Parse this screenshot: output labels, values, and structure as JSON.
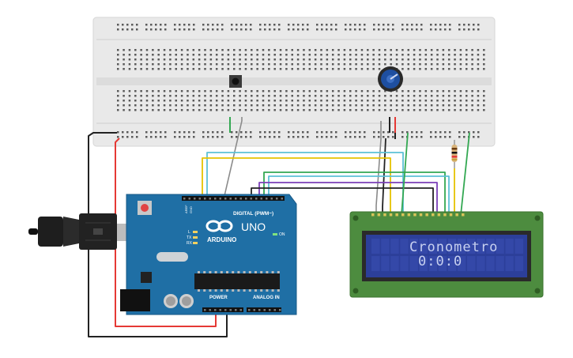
{
  "lcd": {
    "line1": "Cronometro",
    "line2": "0:0:0"
  },
  "arduino": {
    "model": "UNO",
    "brand": "ARDUINO",
    "digital_label": "DIGITAL (PWM~)",
    "power_label": "POWER",
    "analog_label": "ANALOG IN",
    "on_label": "ON",
    "l_label": "L",
    "tx_label": "TX",
    "rx_label": "RX",
    "aref_label": "AREF",
    "gnd_label": "GND"
  },
  "colors": {
    "lcd_screen": "#2c3f9a",
    "lcd_board": "#4d8c3f",
    "arduino": "#1f6fa5",
    "breadboard": "#e9e9e9",
    "wire_red": "#e53935",
    "wire_black": "#222222",
    "wire_yellow": "#e6c200",
    "wire_cyan": "#5cc0d6",
    "wire_green": "#33a852",
    "wire_purple": "#7b3fb8",
    "wire_gray": "#8a8a8a",
    "pot_knob": "#1e4fa0"
  }
}
